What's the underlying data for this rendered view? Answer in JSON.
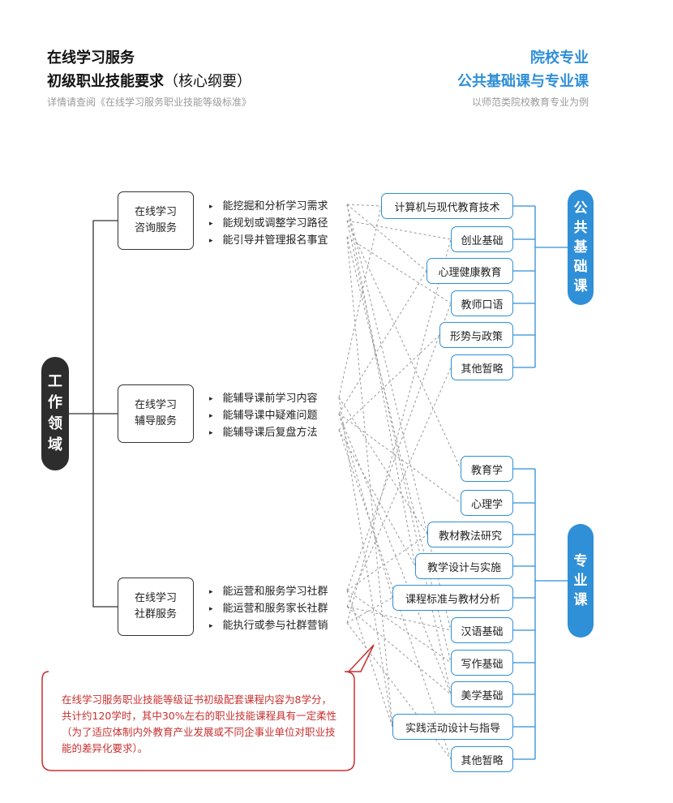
{
  "header": {
    "title_line1": "在线学习服务",
    "title_line2_bold": "初级职业技能要求",
    "title_line2_normal": "（核心纲要）",
    "subtitle_left": "详情请查阅《在线学习服务职业技能等级标准》",
    "right_line1": "院校专业",
    "right_line2": "公共基础课与专业课",
    "subtitle_right": "以师范类院校教育专业为例"
  },
  "work_domain_label": [
    "工",
    "作",
    "领",
    "域"
  ],
  "domains": [
    {
      "name_line1": "在线学习",
      "name_line2": "咨询服务",
      "skills": [
        "能挖掘和分析学习需求",
        "能规划或调整学习路径",
        "能引导并管理报名事宜"
      ]
    },
    {
      "name_line1": "在线学习",
      "name_line2": "辅导服务",
      "skills": [
        "能辅导课前学习内容",
        "能辅导课中疑难问题",
        "能辅导课后复盘方法"
      ]
    },
    {
      "name_line1": "在线学习",
      "name_line2": "社群服务",
      "skills": [
        "能运营和服务学习社群",
        "能运营和服务家长社群",
        "能执行或参与社群营销"
      ]
    }
  ],
  "public_courses": [
    "计算机与现代教育技术",
    "创业基础",
    "心理健康教育",
    "教师口语",
    "形势与政策",
    "其他暂略"
  ],
  "major_courses": [
    "教育学",
    "心理学",
    "教材教法研究",
    "教学设计与实施",
    "课程标准与教材分析",
    "汉语基础",
    "写作基础",
    "美学基础",
    "实践活动设计与指导",
    "其他暂略"
  ],
  "public_label": [
    "公",
    "共",
    "基",
    "础",
    "课"
  ],
  "major_label": [
    "专",
    "业",
    "课"
  ],
  "note": "在线学习服务职业技能等级证书初级配套课程内容为8学分，共计约120学时，其中30%左右的职业技能课程具有一定柔性（为了适应体制内外教育产业发展或不同企事业单位对职业技能的差异化要求）。",
  "colors": {
    "accent": "#2f8fd7",
    "dark": "#2d2d2d",
    "note_red": "#c8302f"
  }
}
